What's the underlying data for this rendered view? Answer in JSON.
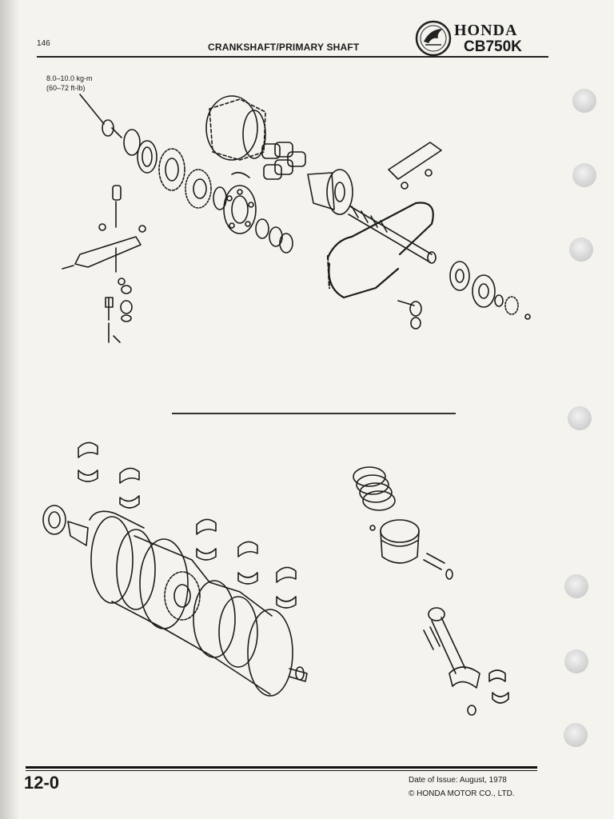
{
  "header": {
    "page_number": "146",
    "section_title": "CRANKSHAFT/PRIMARY SHAFT",
    "brand": "HONDA",
    "model": "CB750K"
  },
  "torque_label": {
    "line1": "8.0–10.0 kg-m",
    "line2": "(60–72 ft-lb)"
  },
  "footer": {
    "section_page": "12-0",
    "date_of_issue": "Date of Issue:  August, 1978",
    "copyright": "© HONDA MOTOR CO., LTD."
  },
  "icons": {
    "brand_logo": "honda-wing-emblem-icon",
    "binder_hole": "binder-hole-icon"
  }
}
